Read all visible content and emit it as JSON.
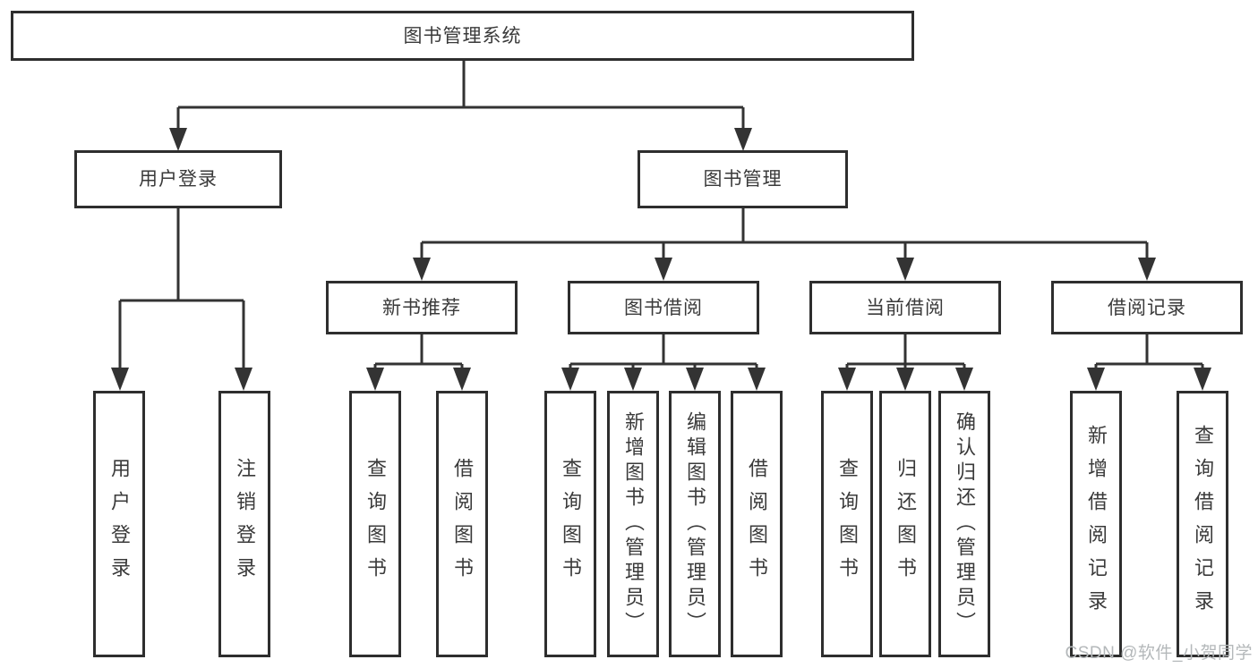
{
  "tree": {
    "root": {
      "label": "图书管理系统"
    },
    "level2": [
      {
        "label": "用户登录"
      },
      {
        "label": "图书管理"
      }
    ],
    "level3": [
      {
        "label": "新书推荐"
      },
      {
        "label": "图书借阅"
      },
      {
        "label": "当前借阅"
      },
      {
        "label": "借阅记录"
      }
    ],
    "leaves": {
      "user_login": [
        {
          "label": "用户登录"
        },
        {
          "label": "注销登录"
        }
      ],
      "new_book_recommend": [
        {
          "label": "查询图书"
        },
        {
          "label": "借阅图书"
        }
      ],
      "book_borrow": [
        {
          "label": "查询图书"
        },
        {
          "label": "新增图书（管理员）"
        },
        {
          "label": "编辑图书（管理员）"
        },
        {
          "label": "借阅图书"
        }
      ],
      "current_borrow": [
        {
          "label": "查询图书"
        },
        {
          "label": "归还图书"
        },
        {
          "label": "确认归还（管理员）"
        }
      ],
      "borrow_records": [
        {
          "label": "新增借阅记录"
        },
        {
          "label": "查询借阅记录"
        }
      ]
    }
  },
  "watermark": {
    "text": "CSDN @软件_小贺同学"
  },
  "colors": {
    "line": "#333333",
    "border": "#2e2e2e",
    "text": "#3a3a3a",
    "watermark": "#b4b8ba"
  }
}
